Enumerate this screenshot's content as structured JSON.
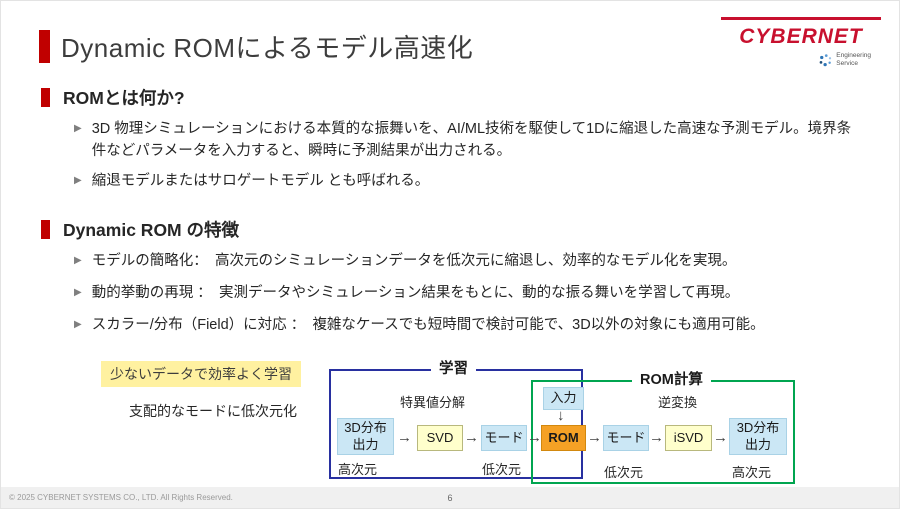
{
  "header": {
    "title": "Dynamic ROMによるモデル高速化",
    "logo": {
      "brand": "CYBERNET",
      "tagline_line1": "Engineering",
      "tagline_line2": "Service"
    }
  },
  "icons": {
    "bullet_arrow": "▶",
    "arrow_right": "→",
    "arrow_down": "↓"
  },
  "sections": [
    {
      "heading": "ROMとは何か?",
      "bullets": [
        "3D 物理シミュレーションにおける本質的な振舞いを、AI/ML技術を駆使して1Dに縮退した高速な予測モデル。境界条件などパラメータを入力すると、瞬時に予測結果が出力される。",
        "縮退モデルまたはサロゲートモデル とも呼ばれる。"
      ]
    },
    {
      "heading": "Dynamic ROM の特徴",
      "bullets": [
        "モデルの簡略化：　高次元のシミュレーションデータを低次元に縮退し、効率的なモデル化を実現。",
        "動的挙動の再現 ：　実測データやシミュレーション結果をもとに、動的な振る舞いを学習して再現。",
        "スカラー/分布（Field）に対応 ：　複雑なケースでも短時間で検討可能で、3D以外の対象にも適用可能。"
      ]
    }
  ],
  "diagram": {
    "highlight_note": "少ないデータで効率よく学習",
    "mode_note": "支配的なモードに低次元化",
    "learning_group_label": "学習",
    "rom_group_label": "ROM計算",
    "svd_caption": "特異値分解",
    "isvd_caption": "逆変換",
    "input_label": "入力",
    "nodes": {
      "out_left": "3D分布\n出力",
      "svd": "SVD",
      "mode_left": "モード",
      "rom": "ROM",
      "mode_right": "モード",
      "isvd": "iSVD",
      "out_right": "3D分布\n出力"
    },
    "dim_labels": [
      "高次元",
      "低次元",
      "低次元",
      "高次元"
    ]
  },
  "colors": {
    "accent_red": "#C00000",
    "brand_red": "#C8102E",
    "learning_box_blue": "#2830A0",
    "rom_box_green": "#00A550",
    "node_blue": "#CBE7F5",
    "node_yellow": "#FFFFCC",
    "node_orange": "#F5A125",
    "highlight_yellow": "#FFF1A0"
  },
  "footer": {
    "copyright": "© 2025 CYBERNET SYSTEMS CO., LTD. All Rights Reserved.",
    "page_number": "6"
  }
}
